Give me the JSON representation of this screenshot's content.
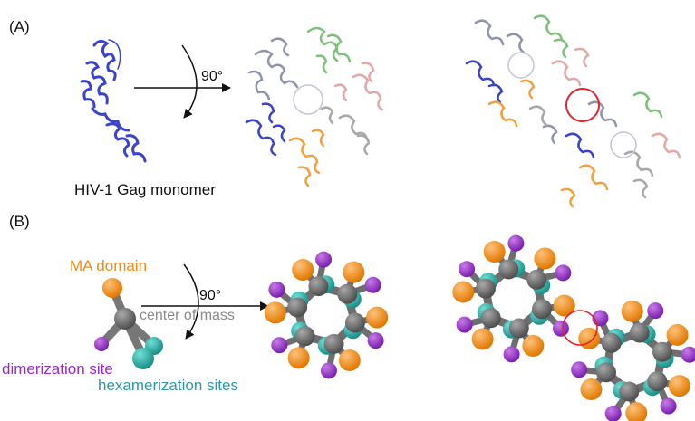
{
  "panel_a": {
    "label": "(A)",
    "monomer_caption": "HIV-1 Gag monomer",
    "rotation_label": "90°"
  },
  "panel_b": {
    "label": "(B)",
    "rotation_label": "90°",
    "ma_domain_label": "MA domain",
    "center_of_mass_label": "center of mass",
    "dimerization_label": "dimerization site",
    "hexamerization_label": "hexamerization sites"
  },
  "colors": {
    "ma_orange": "#f08a1a",
    "center_gray": "#6e6e6e",
    "dimer_purple": "#8e2ec2",
    "hex_teal": "#2aa8a0",
    "highlight_red": "#e0262a",
    "gag_blue": "#3a44c8",
    "gag_green": "#7cc07c",
    "gag_pink": "#e2a8a8",
    "gag_gray": "#a8a8a8",
    "gag_slate": "#8f93ad",
    "gag_orange": "#f0a040"
  }
}
